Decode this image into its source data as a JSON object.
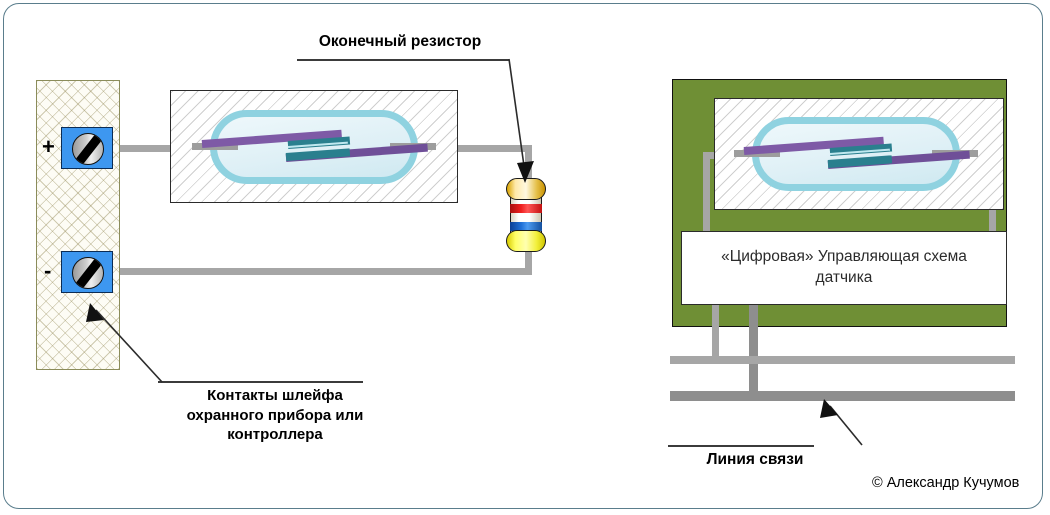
{
  "diagram": {
    "title_annotations": {
      "terminating_resistor": "Оконечный резистор",
      "loop_contacts": "Контакты шлейфа\nохранного прибора или\nконтроллера",
      "loop_contacts_line1": "Контакты шлейфа",
      "loop_contacts_line2": "охранного прибора или",
      "loop_contacts_line3": "контроллера",
      "communication_line": "Линия связи"
    },
    "terminal_block": {
      "plus_label": "+",
      "minus_label": "-",
      "screw_terminal_name": "screw-terminal"
    },
    "control_circuit": {
      "text": "«Цифровая» Управляющая схема датчика",
      "text_line1": "«Цифровая» Управляющая схема",
      "text_line2": "датчика"
    },
    "credit": "© Александр Кучумов",
    "colors": {
      "frame_border": "#5a7d8c",
      "terminal_screw_blue": "#3d97f0",
      "terminal_block_border": "#8b8c5a",
      "green_module": "#6f8f35",
      "wire_gray": "#a6a6a6",
      "bus_dark_gray": "#8e8e8e",
      "reed_glass": "#8fd2e0",
      "reed_blade_purple": "#7e5aa6",
      "reed_tip_teal": "#2a7f8e",
      "resistor_band_red": "#ef2020",
      "resistor_band_blue": "#1f6fd6",
      "resistor_band_yellow": "#ffff66",
      "resistor_cap_gold": "#e5c04a"
    },
    "components": {
      "left_reed_switch": "reed-switch-analog",
      "right_reed_switch": "reed-switch-digital",
      "resistor": "terminating-resistor",
      "green_module": "digital-sensor-module",
      "bus_line_upper": "communication-bus-line-1",
      "bus_line_lower": "communication-bus-line-2"
    }
  }
}
